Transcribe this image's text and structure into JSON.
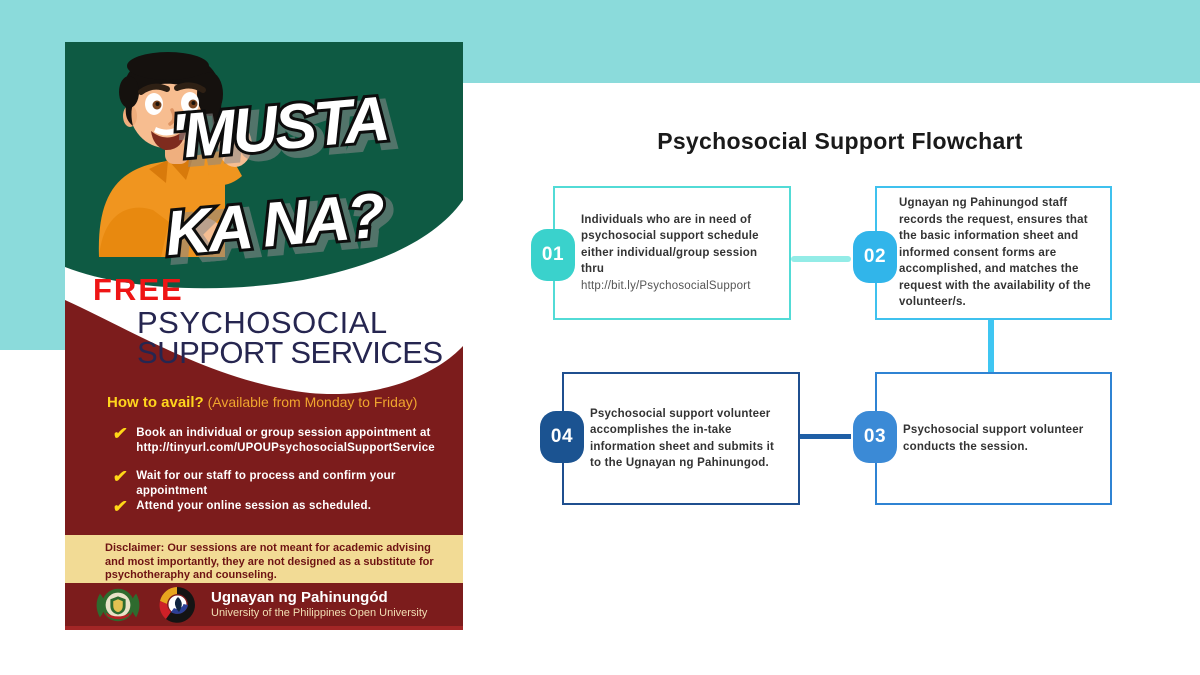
{
  "colors": {
    "teal_background": "#8BDBDB",
    "poster_green": "#0E5A43",
    "poster_maroon": "#7C1C1C",
    "disclaimer_cream": "#F2DB95",
    "free_red": "#EE1515",
    "services_navy": "#262650",
    "howto_yellow": "#FFD51C",
    "avail_orange": "#F0A52E",
    "check_yellow": "#FFD817",
    "step1_accent": "#3AD2CC",
    "step2_accent": "#31B5EA",
    "step3_accent": "#3B8AD6",
    "step4_accent": "#1B5391",
    "connector_light": "#93ECE7",
    "connector_cyan": "#3FC6F2",
    "connector_dark": "#1F5FA6"
  },
  "icons": {
    "check": "✔"
  },
  "poster": {
    "headline_line1": "'MUSTA",
    "headline_line2": "KA NA?",
    "free_label": "FREE",
    "service_line1": "PSYCHOSOCIAL",
    "service_line2": "SUPPORT SERVICES",
    "howto_label": "How to avail?",
    "availability": " (Available from Monday to Friday)",
    "steps": [
      {
        "text": "Book an individual or group session appointment at",
        "link": "http://tinyurl.com/UPOUPsychosocialSupportService"
      },
      {
        "text": "Wait for our staff to process and confirm your appointment"
      },
      {
        "text": "Attend your online session as scheduled."
      }
    ],
    "disclaimer": "Disclaimer: Our sessions are not meant for academic advising and most importantly, they are not designed as a substitute for psychotheraphy and counseling.",
    "footer": {
      "org": "Ugnayan ng Pahinungód",
      "university": "University of the Philippines Open University"
    }
  },
  "flowchart": {
    "title": "Psychosocial Support Flowchart",
    "steps": [
      {
        "number": "01",
        "text": "Individuals who are in need of psychosocial support schedule either individual/group session thru",
        "link": "http://bit.ly/PsychosocialSupport"
      },
      {
        "number": "02",
        "text": "Ugnayan ng Pahinungod staff records the request, ensures that the basic information sheet and informed consent forms are accomplished, and matches the request with the availability of the volunteer/s."
      },
      {
        "number": "03",
        "text": "Psychosocial support volunteer conducts the session."
      },
      {
        "number": "04",
        "text": "Psychosocial support volunteer accomplishes the in-take information sheet  and submits it to the Ugnayan ng Pahinungod."
      }
    ]
  }
}
